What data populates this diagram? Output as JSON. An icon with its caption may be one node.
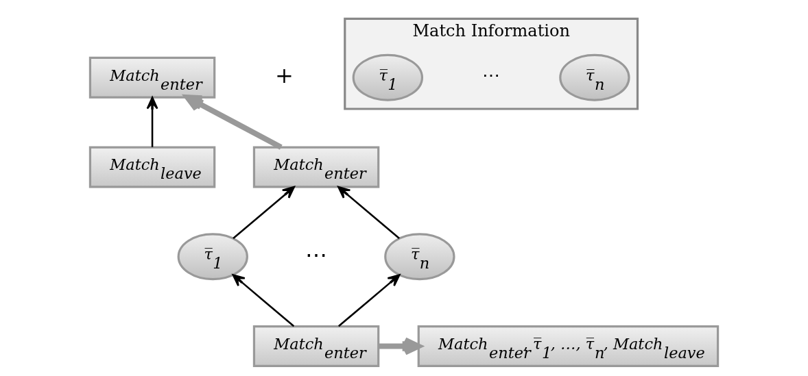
{
  "diagram": {
    "nodes": [
      {
        "text": [
          "Match$_{enter}$"
        ]
      },
      {
        "text": [
          "Match Information"
        ]
      },
      {
        "text": [
          "τ̅$_{1}$"
        ],
        "in": 1
      },
      {
        "text": [
          "τ̅$_{n}$"
        ],
        "in": 1
      },
      {
        "text": [
          "Match$_{leave}$"
        ]
      },
      {
        "text": [
          "Match$_{enter}$"
        ]
      },
      {
        "text": [
          "τ̅$_{1}$"
        ]
      },
      {
        "text": [
          "τ̅$_{n}$"
        ]
      },
      {
        "text": [
          "Match$_{enter}$"
        ]
      },
      {
        "text": [
          "Match$_{enter}$, τ̅$_{1}$, …, τ̅$_{n}$, Match$_{leave}$"
        ]
      }
    ],
    "edges": [
      {
        "from": 5,
        "to": 0,
        "arrow": "to",
        "style": "thick",
        "color": "#999999"
      },
      {
        "from": 4,
        "to": 0,
        "arrow": "to"
      },
      {
        "from": 6,
        "to": 5,
        "arrow": "to"
      },
      {
        "from": 7,
        "to": 5,
        "arrow": "to"
      },
      {
        "from": 8,
        "to": 6,
        "arrow": "to"
      },
      {
        "from": 8,
        "to": 7,
        "arrow": "to"
      },
      {
        "from": 8,
        "to": 9,
        "arrow": "to",
        "style": "thick",
        "color": "#999999"
      }
    ],
    "labels": [
      "+",
      "⋯",
      "⋯"
    ]
  }
}
